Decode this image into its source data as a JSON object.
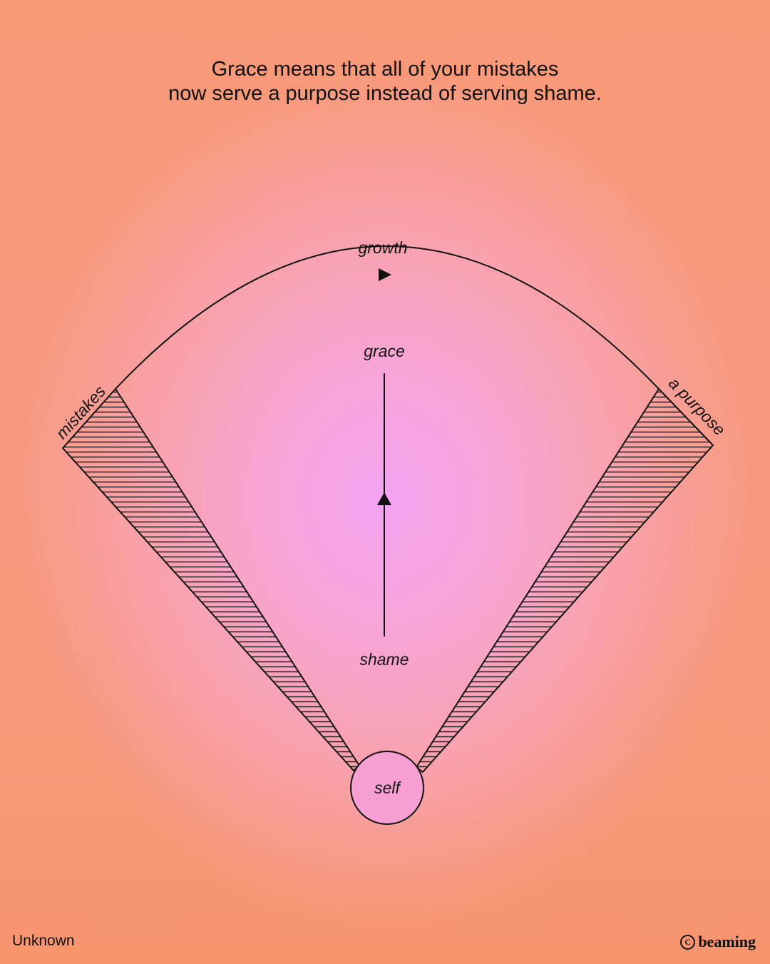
{
  "headline": {
    "line1": "Grace means that all of your mistakes",
    "line2": "now serve a purpose instead of serving shame."
  },
  "diagram": {
    "arc_label": "growth",
    "top_label": "grace",
    "bottom_label": "shame",
    "left_label": "mistakes",
    "right_label": "a purpose",
    "center_label": "self"
  },
  "footer": {
    "attribution": "Unknown",
    "brand": "beaming",
    "copyright_icon": "copyright-icon"
  }
}
